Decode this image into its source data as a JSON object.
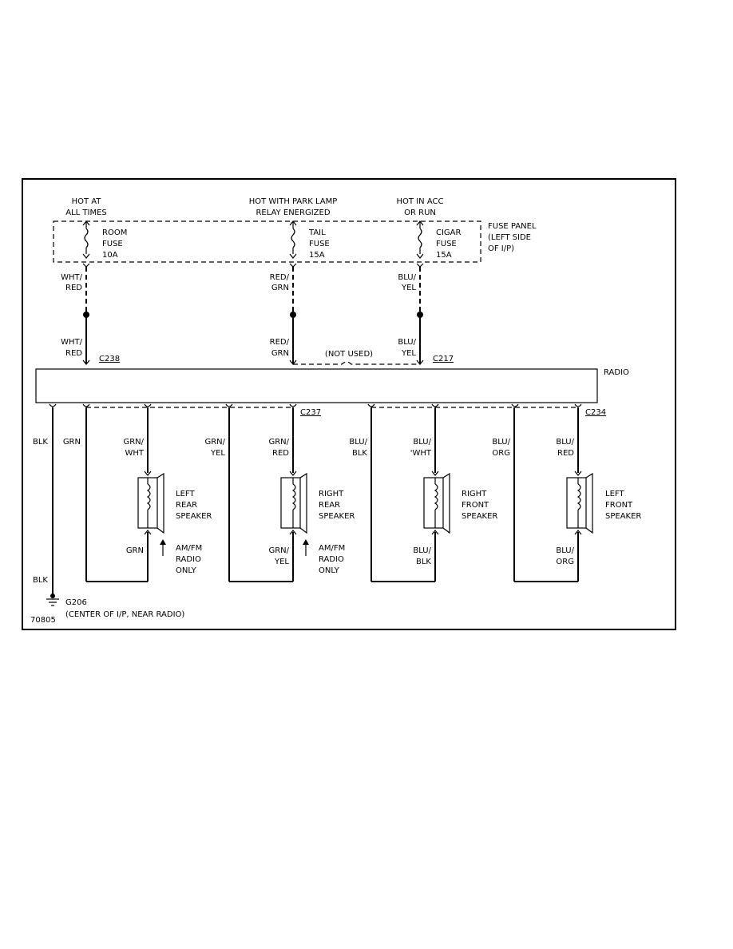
{
  "fuse_panel": {
    "label": [
      "FUSE PANEL",
      "(LEFT SIDE",
      "OF I/P)"
    ]
  },
  "feeds": [
    {
      "hot": [
        "HOT AT",
        "ALL TIMES"
      ],
      "fuse": [
        "ROOM",
        "FUSE",
        "10A"
      ],
      "wire_top": [
        "WHT/",
        "RED"
      ],
      "wire_bottom": [
        "WHT/",
        "RED"
      ],
      "connector": "C238"
    },
    {
      "hot": [
        "HOT WITH PARK LAMP",
        "RELAY ENERGIZED"
      ],
      "fuse": [
        "TAIL",
        "FUSE",
        "15A"
      ],
      "wire_top": [
        "RED/",
        "GRN"
      ],
      "wire_bottom": [
        "RED/",
        "GRN"
      ],
      "connector": ""
    },
    {
      "hot": [
        "HOT IN ACC",
        "OR RUN"
      ],
      "fuse": [
        "CIGAR",
        "FUSE",
        "15A"
      ],
      "wire_top": [
        "BLU/",
        "YEL"
      ],
      "wire_bottom": [
        "BLU/",
        "YEL"
      ],
      "connector": "C217"
    }
  ],
  "not_used": "(NOT USED)",
  "radio": "RADIO",
  "connectors_bottom": [
    "C237",
    "C234"
  ],
  "ground_wire": {
    "top": "BLK",
    "bottom": "BLK"
  },
  "speakers": [
    {
      "name": [
        "LEFT",
        "REAR",
        "SPEAKER"
      ],
      "wire_a": [
        "GRN"
      ],
      "wire_b": [
        "GRN/",
        "WHT"
      ],
      "wire_bottom": [
        "GRN"
      ],
      "note": [
        "AM/FM",
        "RADIO",
        "ONLY"
      ]
    },
    {
      "name": [
        "RIGHT",
        "REAR",
        "SPEAKER"
      ],
      "wire_a": [
        "GRN/",
        "YEL"
      ],
      "wire_b": [
        "GRN/",
        "RED"
      ],
      "wire_bottom": [
        "GRN/",
        "YEL"
      ],
      "note": [
        "AM/FM",
        "RADIO",
        "ONLY"
      ]
    },
    {
      "name": [
        "RIGHT",
        "FRONT",
        "SPEAKER"
      ],
      "wire_a": [
        "BLU/",
        "BLK"
      ],
      "wire_b": [
        "BLU/",
        "'WHT"
      ],
      "wire_bottom": [
        "BLU/",
        "BLK"
      ],
      "note": []
    },
    {
      "name": [
        "LEFT",
        "FRONT",
        "SPEAKER"
      ],
      "wire_a": [
        "BLU/",
        "ORG"
      ],
      "wire_b": [
        "BLU/",
        "RED"
      ],
      "wire_bottom": [
        "BLU/",
        "ORG"
      ],
      "note": []
    }
  ],
  "ground": {
    "id": "G206",
    "location": "(CENTER OF I/P, NEAR RADIO)"
  },
  "figure_id": "70805"
}
